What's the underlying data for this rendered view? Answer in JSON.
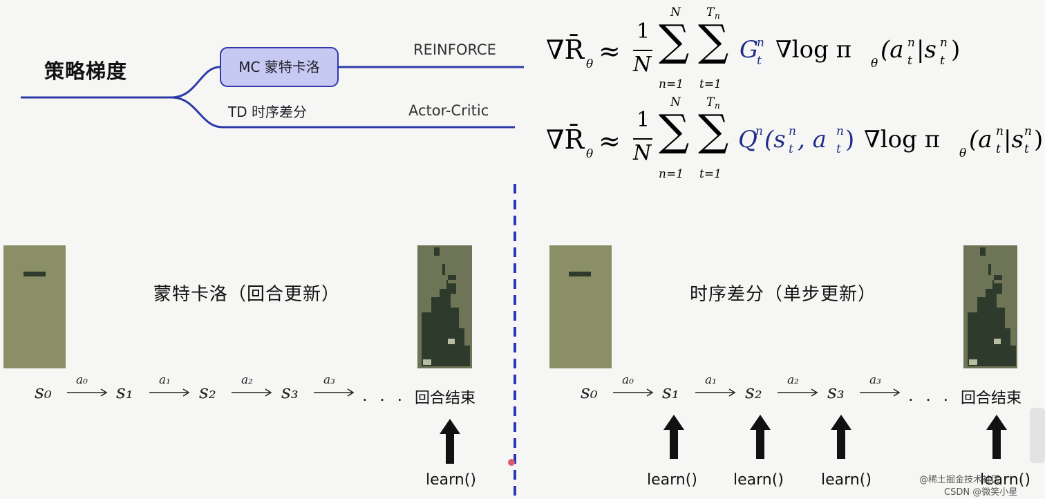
{
  "mindmap": {
    "root": "策略梯度",
    "mc_node": "MC 蒙特卡洛",
    "td_node": "TD 时序差分",
    "mc_method": "REINFORCE",
    "td_method": "Actor-Critic"
  },
  "formulas": {
    "f1": {
      "lhs": "∇R̄",
      "lhs_sub": "θ",
      "approx": "≈",
      "frac_num": "1",
      "frac_den": "N",
      "sum1_top": "N",
      "sum1_bottom": "n=1",
      "sum2_top": "T",
      "sum2_top_sub": "n",
      "sum2_bottom": "t=1",
      "term": "G",
      "term_sup": "n",
      "term_sub": "t",
      "grad": "∇log π",
      "grad_sub": "θ",
      "arg": "(a",
      "arg_sup": "n",
      "arg_sub": "t",
      "arg_mid": "|s",
      "arg_sup2": "n",
      "arg_sub2": "t",
      "arg_close": ")"
    },
    "f2": {
      "lhs": "∇R̄",
      "lhs_sub": "θ",
      "approx": "≈",
      "frac_num": "1",
      "frac_den": "N",
      "sum1_top": "N",
      "sum1_bottom": "n=1",
      "sum2_top": "T",
      "sum2_top_sub": "n",
      "sum2_bottom": "t=1",
      "q": "Q",
      "q_sup": "n",
      "q_open": "(s",
      "q_sup2": "n",
      "q_sub2": "t",
      "q_mid": ", a",
      "q_sup3": "n",
      "q_sub3": "t",
      "q_close": ")",
      "grad": "∇log π",
      "grad_sub": "θ",
      "arg": "(a",
      "arg_sup": "n",
      "arg_sub": "t",
      "arg_mid": "|s",
      "arg_sup2": "n",
      "arg_sub2": "t",
      "arg_close": ")"
    }
  },
  "left_panel": {
    "caption": "蒙特卡洛（回合更新）",
    "states": [
      "s₀",
      "s₁",
      "s₂",
      "s₃"
    ],
    "actions": [
      "a₀",
      "a₁",
      "a₂",
      "a₃"
    ],
    "ellipsis": ". . .",
    "end_label": "回合结束",
    "learn_labels": [
      "learn()"
    ]
  },
  "right_panel": {
    "caption": "时序差分（单步更新）",
    "states": [
      "s₀",
      "s₁",
      "s₂",
      "s₃"
    ],
    "actions": [
      "a₀",
      "a₁",
      "a₂",
      "a₃"
    ],
    "ellipsis": ". . .",
    "end_label": "回合结束",
    "learn_labels": [
      "learn()",
      "learn()",
      "learn()",
      "learn()"
    ]
  },
  "watermark": {
    "line1": "@稀土掘金技术社区",
    "line2": "CSDN @微笑小星"
  },
  "colors": {
    "mindmap_line": "#2d3aa8",
    "mc_box_fill": "#c6c9f2",
    "divider": "#2a36b4",
    "tetris_board": "#8b8f66",
    "tetris_block": "#2e3a2c",
    "formula_blue": "#1f2c88"
  }
}
